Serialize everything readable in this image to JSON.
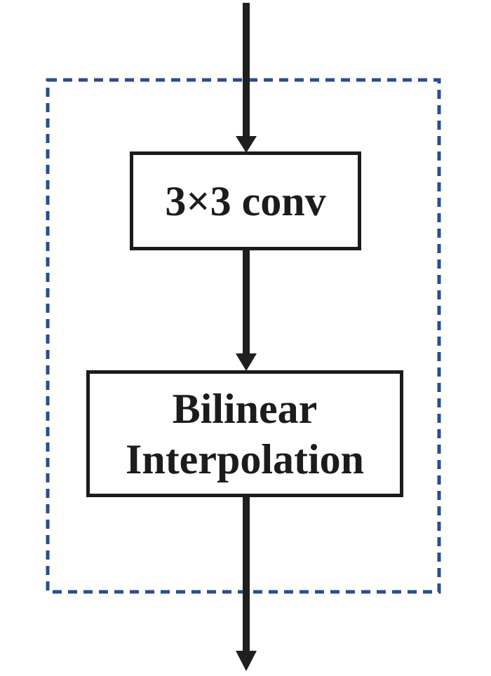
{
  "diagram": {
    "boxes": [
      {
        "id": "conv",
        "label": "3×3 conv"
      },
      {
        "id": "bilinear-interpolation",
        "label": "Bilinear Interpolation"
      }
    ],
    "connectors": [
      {
        "id": "input-arrow",
        "from": "top-edge",
        "to": "conv"
      },
      {
        "id": "conv-to-bilinear-arrow",
        "from": "conv",
        "to": "bilinear-interpolation"
      },
      {
        "id": "output-arrow",
        "from": "bilinear-interpolation",
        "to": "bottom-edge"
      }
    ],
    "colors": {
      "dashed_boundary": "#254f92",
      "arrow": "#1f1f1f",
      "box_border": "#1c1c1c",
      "box_fill": "#ffffff",
      "text": "#1c1c1c",
      "background": "#ffffff"
    }
  }
}
